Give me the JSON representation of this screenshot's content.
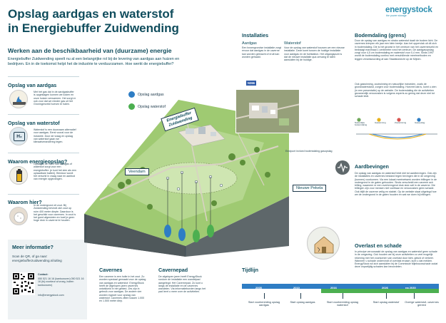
{
  "header": {
    "title_line1": "Opslag aardgas en waterstof",
    "title_line2": "in Energiebuffer Zuidwending",
    "brand": "energystock",
    "brand_tagline": "the power storage"
  },
  "intro": {
    "heading": "Werken aan de beschikbaarheid van (duurzame) energie",
    "text": "Energiebuffer Zuidwending speelt nu al een belangrijke rol bij de levering van aardgas aan huizen en bedrijven. En in de toekomst helpt het de industrie te verduurzamen. Hoe werkt de energiebuffer?"
  },
  "left": {
    "gas_heading": "Opslag van aardgas",
    "gas_text": "Met het gas dat in de aardgasbuffer is opgeslagen kunnen we koken en onze huizen verwarmen. Het zorgt er ook voor dat we minder gas uit het Groningenveld hoeven te halen.",
    "h2_heading": "Opslag van waterstof",
    "h2_text": "Waterstof is een duurzaam alternatief voor aardgas. Eerst vooral voor de industrie. Door de vraag en opslag van waterstof gaan we klimaatverandering tegen.",
    "why_heading": "Waarom energieopslag?",
    "why_text": "Opslag is de vorm van aardgas of waterstof zorgt voor een energiebuffer: je kunt het zien als een oplaadbare batterij. Hierdoor wordt het verschil in vraag naar en aanbod van energie opgevangen.",
    "where_heading": "Waarom hier?",
    "where_text": "In de ondergrond zit zout. Bij Zuidwending bevindt zich zout op ruim 400 meter diepte. Daardoor is het geschikt voor cavernes. In zout is het goed afgesloten en hoef je geen hoge druk in caverne te houden.",
    "h2_badge": "H₂"
  },
  "contact": {
    "heading": "Meer informatie?",
    "text": "Scan de QR, of ga naar: energiebufferzuidwending.nl/uitleg",
    "contact_heading": "Contact:",
    "contact_text": "050 521 16 16 (kantooruren) 050 521 16 16 (bij voorkeur al vroeg, buiten kantooruren)",
    "email": "info@energystock.com"
  },
  "map": {
    "legend_gas": "Opslag aardgas",
    "legend_h2": "Opslag waterstof",
    "banner": "Energiebuffer Zuidwending",
    "label_veendam": "Veendam",
    "label_pekela": "Nieuwe Pekela",
    "footprint_caption": "Eindpunt invloed bodemdaling gasopslag",
    "road_sign": "N366",
    "colors": {
      "gas": "#2e7dc4",
      "h2": "#4caf50",
      "field": "#a7cf7a",
      "soil": "#6b7477"
    }
  },
  "installaties": {
    "heading": "Installaties",
    "gas_heading": "Aardgas",
    "gas_text": "Een bovengrondse installatie zorgt ervoor dat aardgas in de caverne kan worden gebracht of eruit kan worden gehaald.",
    "h2_heading": "Waterstof",
    "h2_text": "Voor de opslag van waterstof bouwen we een nieuwe installatie. Deze komt tussen de huidige installatie voor aardgas en de fuelstation. Het uitgangspunt is dat de nieuwe installatie qua omvang te laten aansluiten bij de huidige."
  },
  "bodemdaling": {
    "heading": "Bodemdaling (grens)",
    "text": "Door de opslag van aardgas en straks waterstof daalt de bodem licht. De cavernes krimpen elk jaar een klein beetje. Aan het oppervlak uit dit zich in bodemdaling. Die is het grootst in het centrum van het cavernesveld en bedraagt maximaal 1 centimeter rond het centrum. De aardgasopslag zorgt voor 4,5 cm bodemdaling en waterstof voor 0,4 mm. Sinds 1997 wordt de bodemdaling continu met verschillende meetmethoden en leggen verantwoording af aan Staatstoezicht op de Mijnen.",
    "text2": "Ook gaswinning, zoutwinning en natuurlijke invloeden, zoals de grondwaterstand, zorgen voor bodemdaling. Hoeveel dat is, komt u zien (in een presentatie) op de website. De bodemdaling die de activiteiten gezamenlijk veroorzaken is volgens experts zo gering dat deze niet tot schade leidt.",
    "graph_labels": [
      "Natuurlijke bodemdaling",
      "Gaswinning",
      "Zoutwinning",
      "Gasopslag"
    ]
  },
  "aardbevingen": {
    "heading": "Aardbevingen",
    "text": "De opslag van aardgas en waterstof leidt niet tot aardbevingen. Ook zijn de installaties en cavernes bestand tegen bevingen die in de omgeving (kunnen) voorkomen. Via een lokaal meetnetwerk worden trillingen in de ondergrond in de gaten gehouden. Sinds verscheidt een caverne ach trilling, waarneer er een overbrengend druk stuk valt in de caverne. Die trillingen zijn voor mensen niet voelbaar en veroorzaken geen schade. Ook blijft de caverne veilig en stabiel. Op de website staat uitgelegd hoe we de ondergrond in de gaten houden en wat we doen bij trillingen."
  },
  "overlast": {
    "heading": "Overlast en schade",
    "text": "In principe veroorzaakt de opslag van aardgas en waterstof geen schade in de omgeving. Ook houden we bij onze activiteiten zo veel mogelijk rekening met het voorkomen van overlast door licht, geluid of verkeer. Wanneer u schade ondervindt of overlast ervaart, kunt u dat melden. EnergyStock wil zich aansluiten bij de Commissie Mijnbouwschade zodat deze onpartijdig schades kan beoordelen."
  },
  "cavernes": {
    "heading": "Cavernes",
    "text": "Een caverne is een holte in het zout. Zo worden speciaal gemaakt voor de opslag van aardgas en waterstof. EnergyStock heeft de afgelopen jaren cavernes ontwikkeld in het gebied. Zes zijn in gebruik voor aardgas. De andere vier worden ingezet voor opslag van waterstof. Cavernes zitten tussen 1.000 en 1.500 meter diep."
  },
  "cavernepad": {
    "heading": "Cavernepad",
    "text": "De afgelopen jaren heeft EnergyStock rondom de installatie een wandelpad aangelegd: Het Cavernepad. Zo kunt u langs de installatie en de cavernes wandelen. Via informatieborden langs het pad leert u meer over de activiteiten."
  },
  "tijdlijn": {
    "heading": "Tijdlijn",
    "years": [
      "2005",
      "2010",
      "2016",
      "2026",
      "na 2030"
    ],
    "events": [
      "Start voorbereiding opslag aardgas",
      "Start opslag aardgas",
      "Start voorbereiding opslag waterstof",
      "Start opslag waterstof",
      "Overige waterstof- cavernes gereed"
    ],
    "colors": {
      "gas": "#2e7dc4",
      "h2": "#4caf50"
    }
  }
}
